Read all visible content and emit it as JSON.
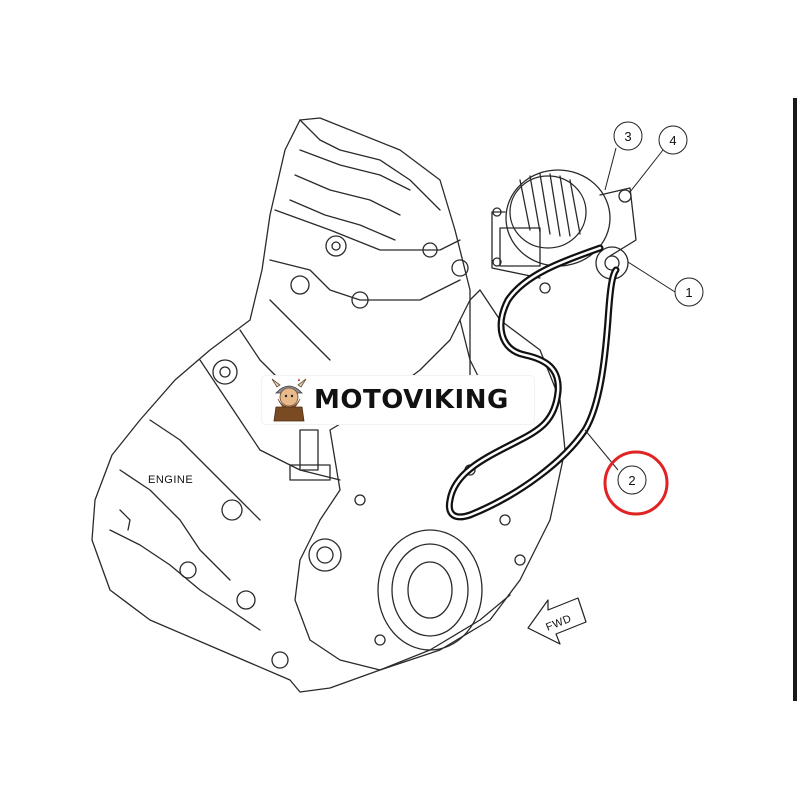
{
  "diagram": {
    "engine_label": "ENGINE",
    "fwd_label": "FWD",
    "callouts": [
      {
        "id": "1",
        "label": "1"
      },
      {
        "id": "2",
        "label": "2",
        "highlighted": true
      },
      {
        "id": "3",
        "label": "3"
      },
      {
        "id": "4",
        "label": "4"
      }
    ],
    "highlight_color": "#e02424"
  },
  "watermark": {
    "brand_name": "MOTOVIKING",
    "mascot_icon": "viking-mascot-icon"
  }
}
